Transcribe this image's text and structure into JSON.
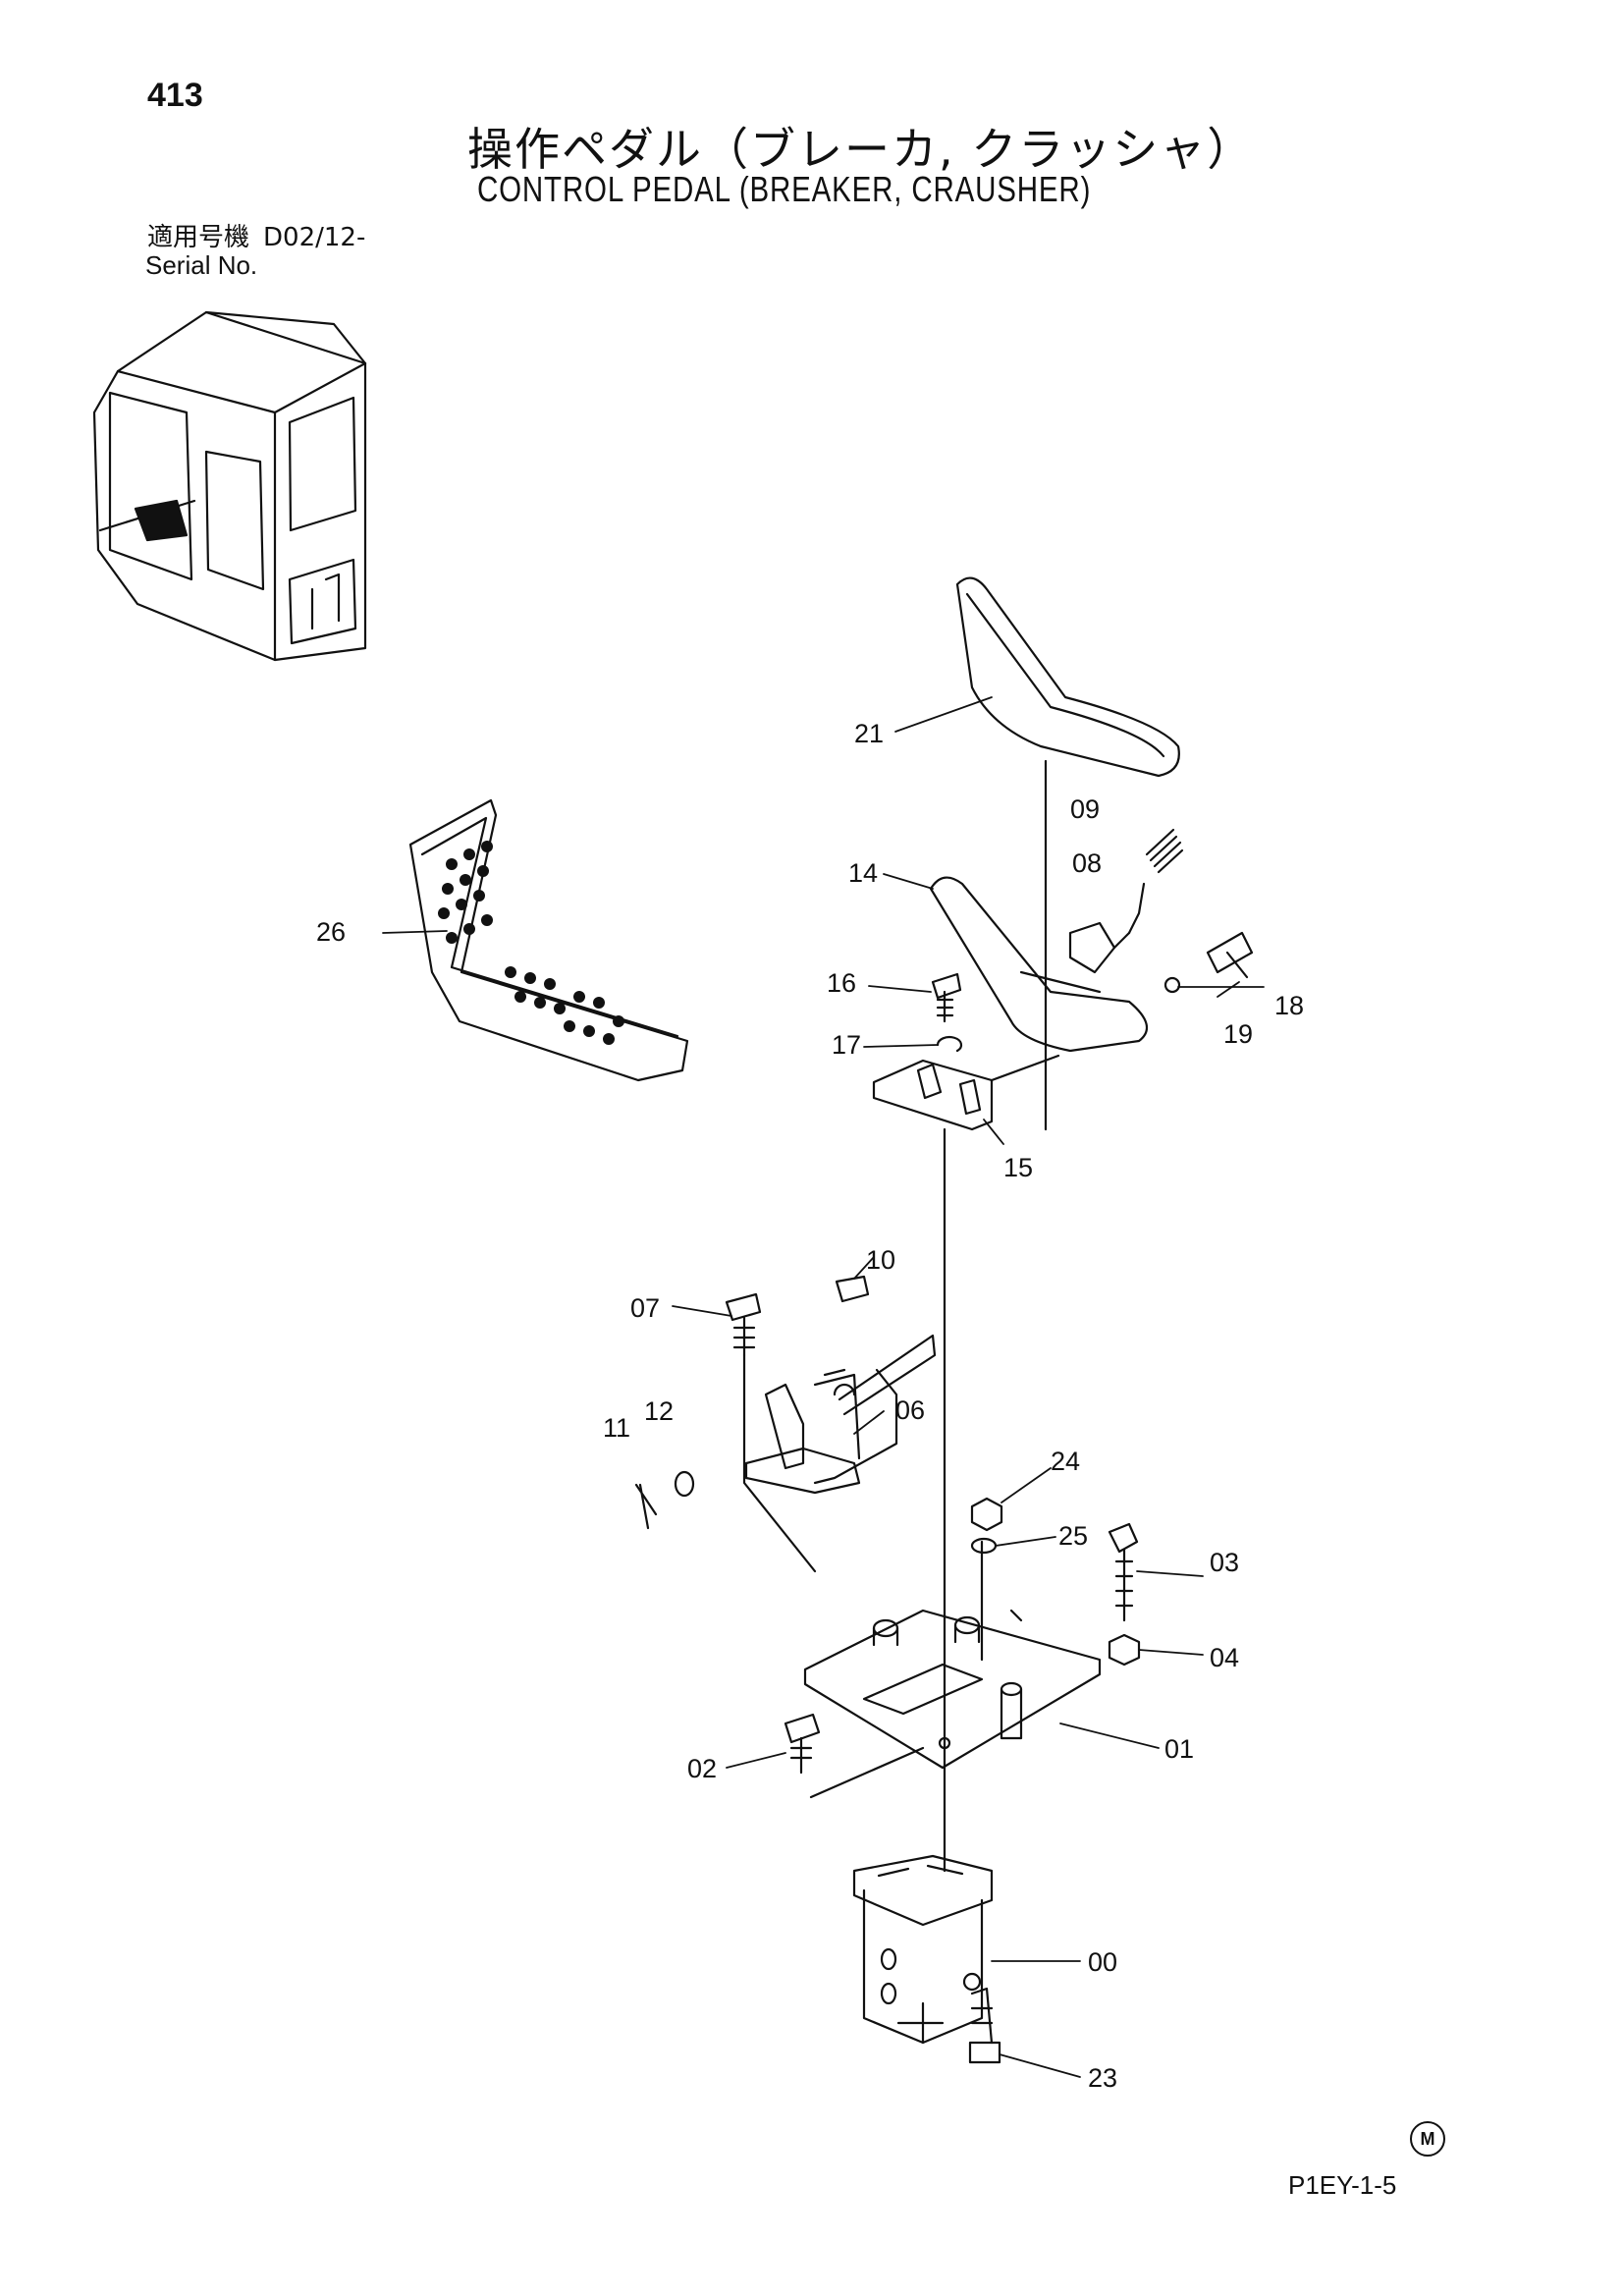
{
  "page_number": "413",
  "title_jp": "操作ペダル（ブレーカ, クラッシャ）",
  "title_en": "CONTROL PEDAL (BREAKER, CRAUSHER)",
  "serial": {
    "label_jp": "適用号機",
    "code": "D02/12-",
    "label_en": "Serial No."
  },
  "drawing_code": "P1EY-1-5",
  "mark": "M",
  "parts": [
    {
      "id": "p00",
      "label": "00"
    },
    {
      "id": "p01",
      "label": "01"
    },
    {
      "id": "p02",
      "label": "02"
    },
    {
      "id": "p03",
      "label": "03"
    },
    {
      "id": "p04",
      "label": "04"
    },
    {
      "id": "p06",
      "label": "06"
    },
    {
      "id": "p07",
      "label": "07"
    },
    {
      "id": "p08",
      "label": "08"
    },
    {
      "id": "p09",
      "label": "09"
    },
    {
      "id": "p10",
      "label": "10"
    },
    {
      "id": "p11",
      "label": "11"
    },
    {
      "id": "p12",
      "label": "12"
    },
    {
      "id": "p14",
      "label": "14"
    },
    {
      "id": "p15",
      "label": "15"
    },
    {
      "id": "p16",
      "label": "16"
    },
    {
      "id": "p17",
      "label": "17"
    },
    {
      "id": "p18",
      "label": "18"
    },
    {
      "id": "p19",
      "label": "19"
    },
    {
      "id": "p21",
      "label": "21"
    },
    {
      "id": "p23",
      "label": "23"
    },
    {
      "id": "p24",
      "label": "24"
    },
    {
      "id": "p25",
      "label": "25"
    },
    {
      "id": "p26",
      "label": "26"
    }
  ]
}
